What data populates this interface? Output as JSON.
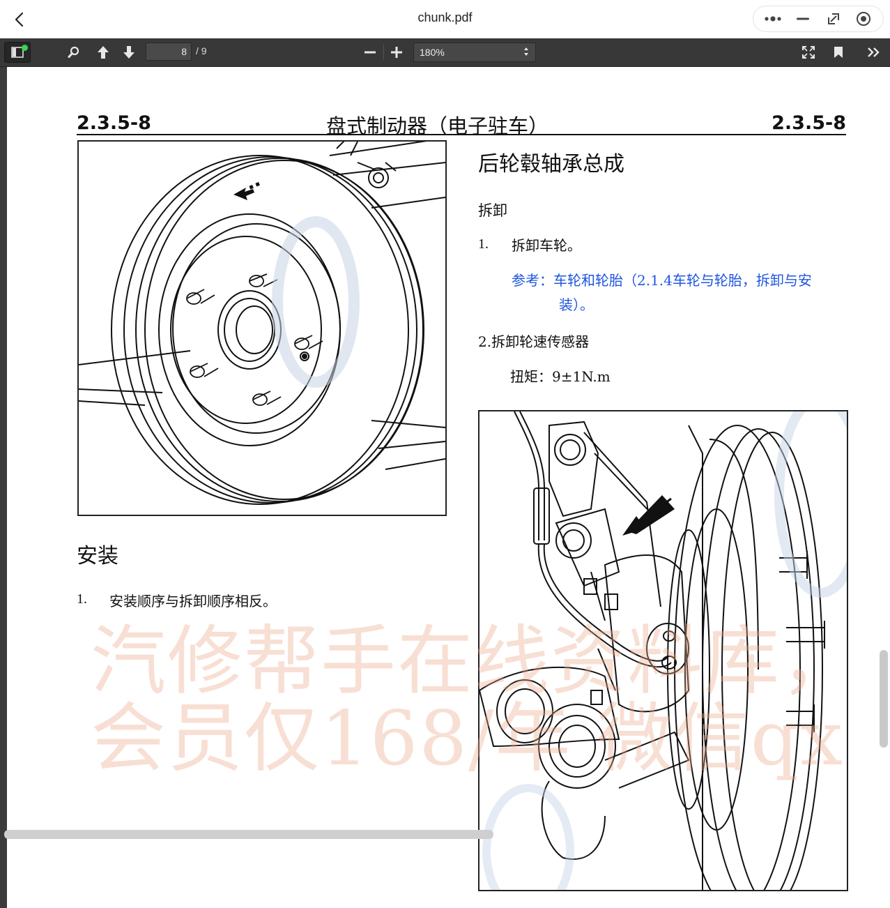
{
  "window": {
    "title": "chunk.pdf"
  },
  "toolbar": {
    "page_current": "8",
    "page_total": "/ 9",
    "zoom": "180%"
  },
  "document": {
    "header": {
      "left_code": "2.3.5-8",
      "title": "盘式制动器（电子驻车）",
      "right_code": "2.3.5-8"
    },
    "section_title": "后轮毂轴承总成",
    "removal": {
      "title": "拆卸",
      "step1_num": "1.",
      "step1_text": "拆卸车轮。",
      "reference_line1": "参考：车轮和轮胎（2.1.4车轮与轮胎，拆卸与安",
      "reference_line2": "装）。",
      "step2_text": "2.拆卸轮速传感器",
      "torque_text": "扭矩：9±1N.m"
    },
    "install": {
      "title": "安装",
      "step1_num": "1.",
      "step1_text": "安装顺序与拆卸顺序相反。"
    },
    "watermark": {
      "line1": "汽修帮手在线资料库，年",
      "line2": "会员仅168/年 微信qx"
    }
  },
  "colors": {
    "toolbar_bg": "#383838",
    "reference_link": "#1f56e0",
    "watermark": "#ecac8c",
    "status_dot": "#39d353"
  }
}
